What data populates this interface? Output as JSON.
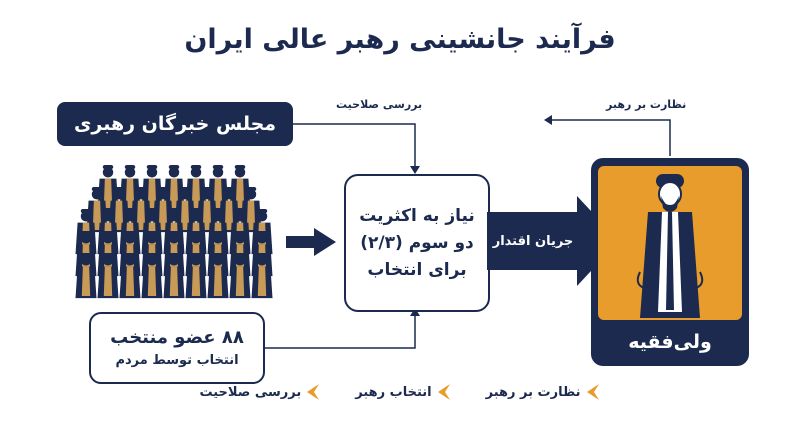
{
  "title": "فرآیند جانشینی رهبر عالی ایران",
  "council_label": "مجلس خبرگان رهبری",
  "center_box": {
    "line1": "نیاز به اکثریت",
    "line2": "دو سوم (۲/۳)",
    "line3": "برای انتخاب"
  },
  "members_box": {
    "count_line": "۸۸ عضو منتخب",
    "election_line": "انتخاب توسط مردم"
  },
  "qualification_review_label": "بررسی صلاحیت",
  "leader_supervision_label": "نظارت بر رهبر",
  "power_flow_label": "جریان اقتدار",
  "leader_label": "ولی‌فقیه",
  "legend": [
    {
      "label": "نظارت بر رهبر"
    },
    {
      "label": "انتخاب رهبر"
    },
    {
      "label": "بررسی صلاحیت"
    }
  ],
  "colors": {
    "navy": "#1b2a4e",
    "orange": "#e89c2c",
    "robe": "#c79a58"
  }
}
